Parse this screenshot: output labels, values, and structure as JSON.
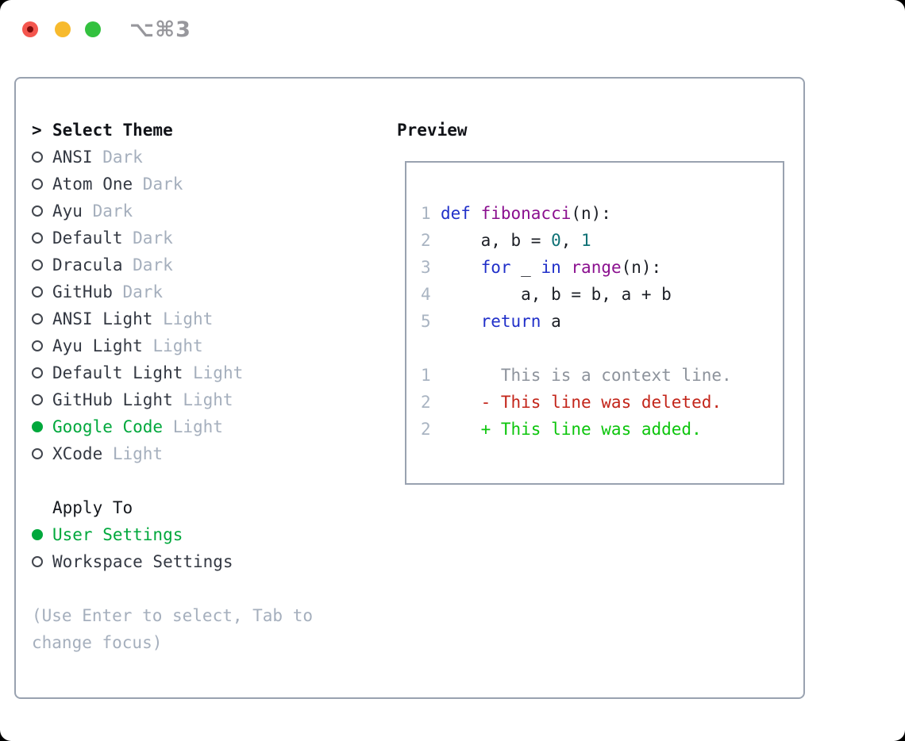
{
  "window": {
    "title": "⌥⌘3",
    "traffic_lights": [
      "close",
      "minimize",
      "zoom"
    ]
  },
  "theme_panel": {
    "header": {
      "prefix": ">",
      "label": "Select Theme"
    },
    "themes": [
      {
        "name": "ANSI",
        "variant": "Dark",
        "selected": false
      },
      {
        "name": "Atom One",
        "variant": "Dark",
        "selected": false
      },
      {
        "name": "Ayu",
        "variant": "Dark",
        "selected": false
      },
      {
        "name": "Default",
        "variant": "Dark",
        "selected": false
      },
      {
        "name": "Dracula",
        "variant": "Dark",
        "selected": false
      },
      {
        "name": "GitHub",
        "variant": "Dark",
        "selected": false
      },
      {
        "name": "ANSI Light",
        "variant": "Light",
        "selected": false
      },
      {
        "name": "Ayu Light",
        "variant": "Light",
        "selected": false
      },
      {
        "name": "Default Light",
        "variant": "Light",
        "selected": false
      },
      {
        "name": "GitHub Light",
        "variant": "Light",
        "selected": false
      },
      {
        "name": "Google Code",
        "variant": "Light",
        "selected": true
      },
      {
        "name": "XCode",
        "variant": "Light",
        "selected": false
      }
    ],
    "apply_to": {
      "label": "Apply To",
      "options": [
        {
          "label": "User Settings",
          "selected": true
        },
        {
          "label": "Workspace Settings",
          "selected": false
        }
      ]
    },
    "help_lines": [
      "(Use Enter to select, Tab to",
      "change focus)"
    ]
  },
  "preview": {
    "title": "Preview",
    "code_lines": [
      {
        "num": "1",
        "tokens": [
          [
            "def ",
            "keyword"
          ],
          [
            "fibonacci",
            "func"
          ],
          [
            "(n):",
            "plain"
          ]
        ]
      },
      {
        "num": "2",
        "tokens": [
          [
            "    a, b = ",
            "plain"
          ],
          [
            "0",
            "number"
          ],
          [
            ", ",
            "plain"
          ],
          [
            "1",
            "number"
          ]
        ]
      },
      {
        "num": "3",
        "tokens": [
          [
            "    ",
            "plain"
          ],
          [
            "for",
            "keyword"
          ],
          [
            " _ ",
            "plain"
          ],
          [
            "in",
            "keyword"
          ],
          [
            " ",
            "plain"
          ],
          [
            "range",
            "func"
          ],
          [
            "(n):",
            "plain"
          ]
        ]
      },
      {
        "num": "4",
        "tokens": [
          [
            "        a, b = b, a + b",
            "plain"
          ]
        ]
      },
      {
        "num": "5",
        "tokens": [
          [
            "    ",
            "plain"
          ],
          [
            "return",
            "keyword"
          ],
          [
            " a",
            "plain"
          ]
        ]
      },
      {
        "num": "",
        "tokens": []
      },
      {
        "num": "1",
        "tokens": [
          [
            "      This is a context line.",
            "context"
          ]
        ]
      },
      {
        "num": "2",
        "tokens": [
          [
            "    - This line was deleted.",
            "deleted"
          ]
        ]
      },
      {
        "num": "2",
        "tokens": [
          [
            "    + This line was added.",
            "added"
          ]
        ]
      }
    ]
  },
  "colors": {
    "panel_border": "#99a2b0",
    "selected_green": "#00a83c",
    "variant_gray": "#a5afbd",
    "theme_text": "#343943",
    "keyword_blue": "#2130c9",
    "function_purple": "#8b108f",
    "number_teal": "#0e7175",
    "line_number_gray": "#a9b4c2",
    "context_gray": "#8d939c",
    "deleted_red": "#c3251a",
    "added_green": "#0cc50c",
    "traffic_red": "#f4564e",
    "traffic_yellow": "#f7ba2d",
    "traffic_green": "#33c13f",
    "title_gray": "#97979c"
  }
}
